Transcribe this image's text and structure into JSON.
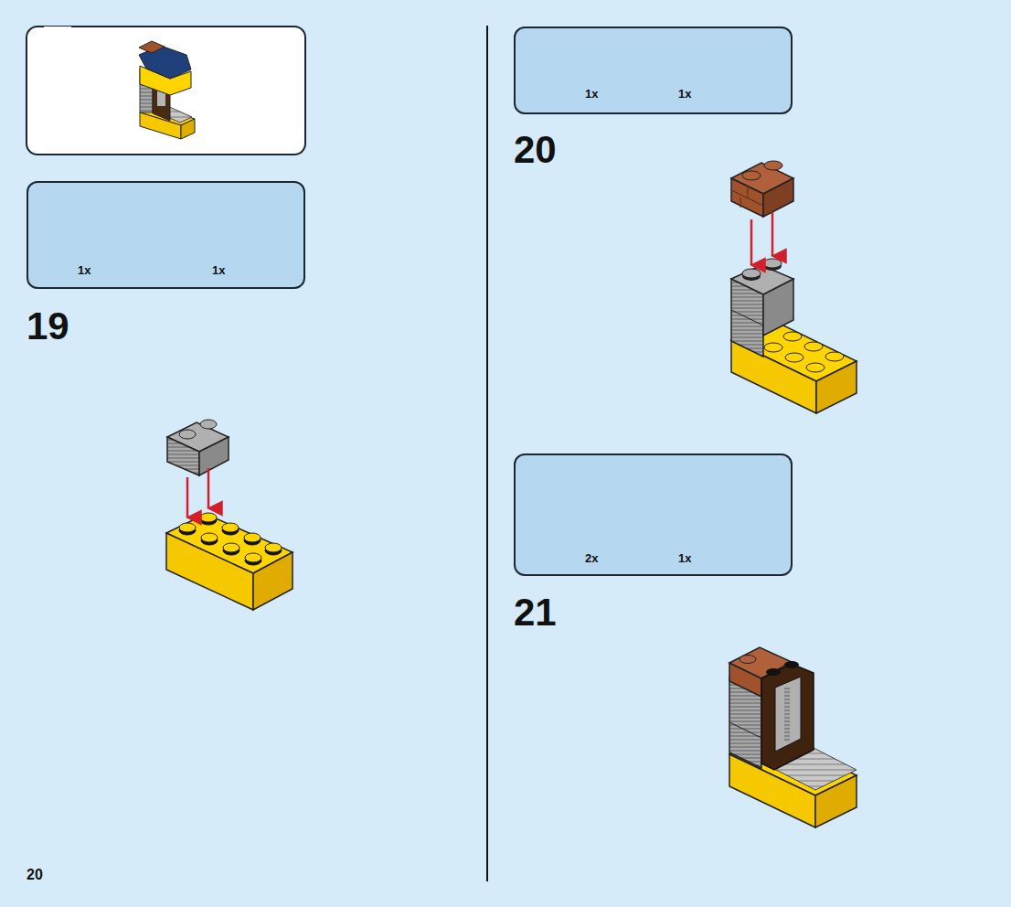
{
  "diagram": {
    "nodes": [
      {
        "text": [
          "1x",
          "1x"
        ]
      },
      {
        "text": [
          "1x",
          "1x"
        ]
      },
      {
        "text": [
          "2x",
          "1x"
        ]
      }
    ],
    "labels": [
      "19",
      "20",
      "21",
      "20"
    ]
  }
}
